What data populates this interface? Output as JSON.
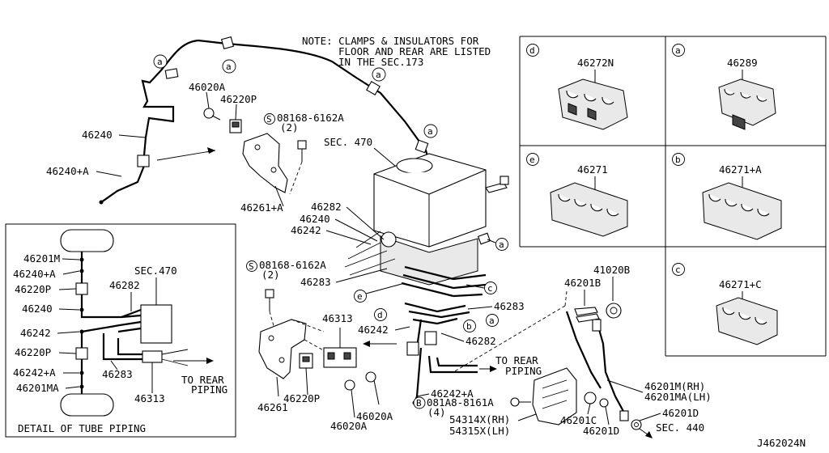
{
  "note": {
    "line1": "NOTE: CLAMPS & INSULATORS FOR",
    "line2": "FLOOR AND REAR ARE LISTED",
    "line3": "IN THE SEC.173"
  },
  "diagram_id": "J462024N",
  "main_labels": {
    "p46020A_top": "46020A",
    "p46220P_top": "46220P",
    "p08168_top": "08168-6162A",
    "p08168_top_qty": "(2)",
    "p46240": "46240",
    "p46240A": "46240+A",
    "sec470": "SEC. 470",
    "p46261A": "46261+A",
    "p46282_a": "46282",
    "p46240_b": "46240",
    "p46242_a": "46242",
    "p08168_mid": "08168-6162A",
    "p08168_mid_qty": "(2)",
    "p46283_a": "46283",
    "p46283_b": "46283",
    "p46313": "46313",
    "p46242_b": "46242",
    "p46282_b": "46282",
    "to_rear_1": "TO REAR",
    "to_rear_2": "PIPING",
    "p46261": "46261",
    "p46220P_bot": "46220P",
    "p46020A_mid": "46020A",
    "p46020A_bot": "46020A",
    "p46242A": "46242+A",
    "p081A8": "081A8-8161A",
    "p081A8_qty": "(4)",
    "p54314X": "54314X(RH)",
    "p54315X": "54315X(LH)",
    "p46201B": "46201B",
    "p41020B": "41020B",
    "p46201C": "46201C",
    "p46201D_a": "46201D",
    "p46201D_b": "46201D",
    "p46201M_rh": "46201M(RH)",
    "p46201MA_lh": "46201MA(LH)",
    "sec440": "SEC. 440",
    "callout_a": "a",
    "callout_b": "b",
    "callout_c": "c",
    "callout_d": "d",
    "callout_e": "e",
    "callout_s": "S",
    "callout_B": "B"
  },
  "detail": {
    "caption": "DETAIL OF TUBE PIPING",
    "labels": {
      "p46201M": "46201M",
      "p46240A": "46240+A",
      "p46220P_a": "46220P",
      "p46282": "46282",
      "sec470": "SEC.470",
      "p46240": "46240",
      "p46242": "46242",
      "p46220P_b": "46220P",
      "p46242A": "46242+A",
      "p46283": "46283",
      "p46201MA": "46201MA",
      "p46313": "46313",
      "to_rear_1": "TO REAR",
      "to_rear_2": "PIPING"
    }
  },
  "clamp_panels": [
    {
      "letter": "d",
      "part": "46272N"
    },
    {
      "letter": "a",
      "part": "46289"
    },
    {
      "letter": "e",
      "part": "46271"
    },
    {
      "letter": "b",
      "part": "46271+A"
    },
    {
      "letter": "c",
      "part": "46271+C"
    }
  ]
}
